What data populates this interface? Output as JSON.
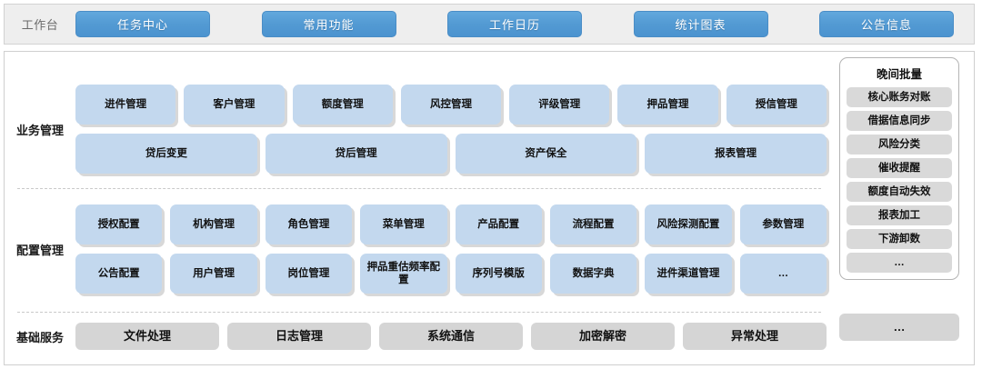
{
  "header": {
    "title": "工作台",
    "tabs": [
      {
        "label": "任务中心"
      },
      {
        "label": "常用功能"
      },
      {
        "label": "工作日历"
      },
      {
        "label": "统计图表"
      },
      {
        "label": "公告信息"
      }
    ]
  },
  "sections": {
    "business": {
      "label": "业务管理",
      "row1": [
        {
          "label": "进件管理"
        },
        {
          "label": "客户管理"
        },
        {
          "label": "额度管理"
        },
        {
          "label": "风控管理"
        },
        {
          "label": "评级管理"
        },
        {
          "label": "押品管理"
        },
        {
          "label": "授信管理"
        }
      ],
      "row2": [
        {
          "label": "贷后变更"
        },
        {
          "label": "贷后管理"
        },
        {
          "label": "资产保全"
        },
        {
          "label": "报表管理"
        }
      ]
    },
    "config": {
      "label": "配置管理",
      "row1": [
        {
          "label": "授权配置"
        },
        {
          "label": "机构管理"
        },
        {
          "label": "角色管理"
        },
        {
          "label": "菜单管理"
        },
        {
          "label": "产品配置"
        },
        {
          "label": "流程配置"
        },
        {
          "label": "风险探测配置"
        },
        {
          "label": "参数管理"
        }
      ],
      "row2": [
        {
          "label": "公告配置"
        },
        {
          "label": "用户管理"
        },
        {
          "label": "岗位管理"
        },
        {
          "label": "押品重估频率配置"
        },
        {
          "label": "序列号模版"
        },
        {
          "label": "数据字典"
        },
        {
          "label": "进件渠道管理"
        },
        {
          "label": "…"
        }
      ]
    },
    "basic": {
      "label": "基础服务",
      "row1": [
        {
          "label": "文件处理"
        },
        {
          "label": "日志管理"
        },
        {
          "label": "系统通信"
        },
        {
          "label": "加密解密"
        },
        {
          "label": "异常处理"
        }
      ]
    }
  },
  "batch_panel": {
    "title": "晚间批量",
    "items": [
      {
        "label": "核心账务对账"
      },
      {
        "label": "借据信息同步"
      },
      {
        "label": "风险分类"
      },
      {
        "label": "催收提醒"
      },
      {
        "label": "额度自动失效"
      },
      {
        "label": "报表加工"
      },
      {
        "label": "下游卸数"
      },
      {
        "label": "…"
      }
    ],
    "more_label": "…"
  },
  "colors": {
    "accent_blue": "#539ad3",
    "card_blue": "#c3d8ee",
    "card_gray": "#d5d5d5",
    "header_bg": "#eeeeee"
  }
}
